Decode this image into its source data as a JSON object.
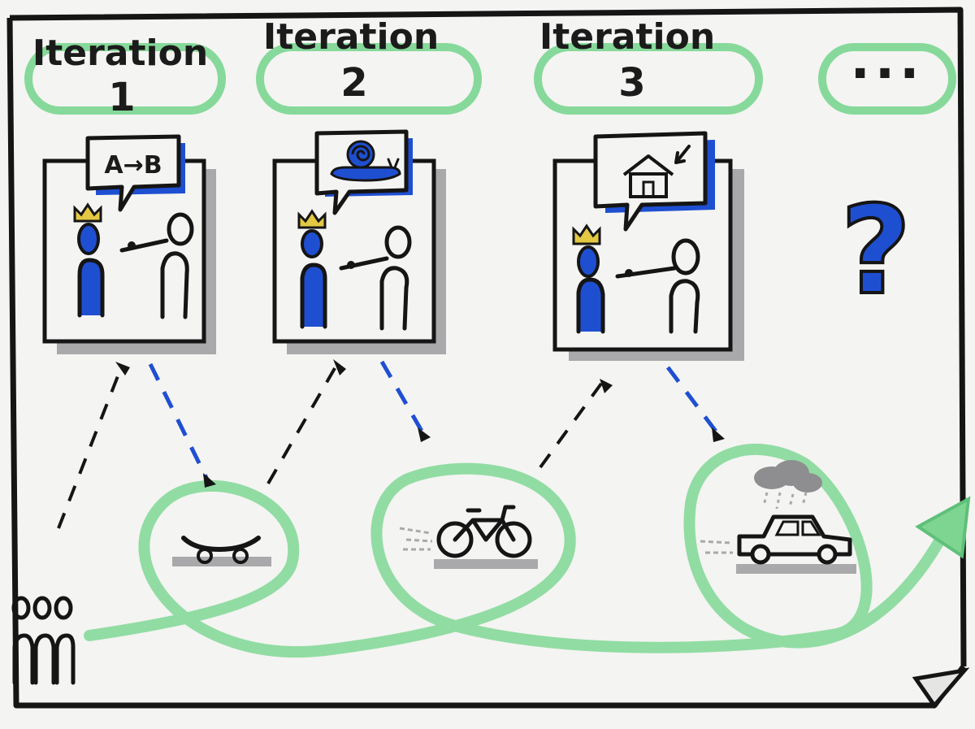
{
  "iterations": [
    {
      "title": "Iteration",
      "number": "1",
      "bubble": "A→B"
    },
    {
      "title": "Iteration",
      "number": "2",
      "bubble": ""
    },
    {
      "title": "Iteration",
      "number": "3",
      "bubble": ""
    }
  ],
  "more_label": "...",
  "question_mark": "?",
  "colors": {
    "ink": "#151515",
    "blue": "#1f4fd1",
    "green": "#86d99a",
    "gold": "#e2c843",
    "shadow": "#a9a9ab",
    "paper": "#f4f4f2",
    "background": "#e9e9e7"
  }
}
